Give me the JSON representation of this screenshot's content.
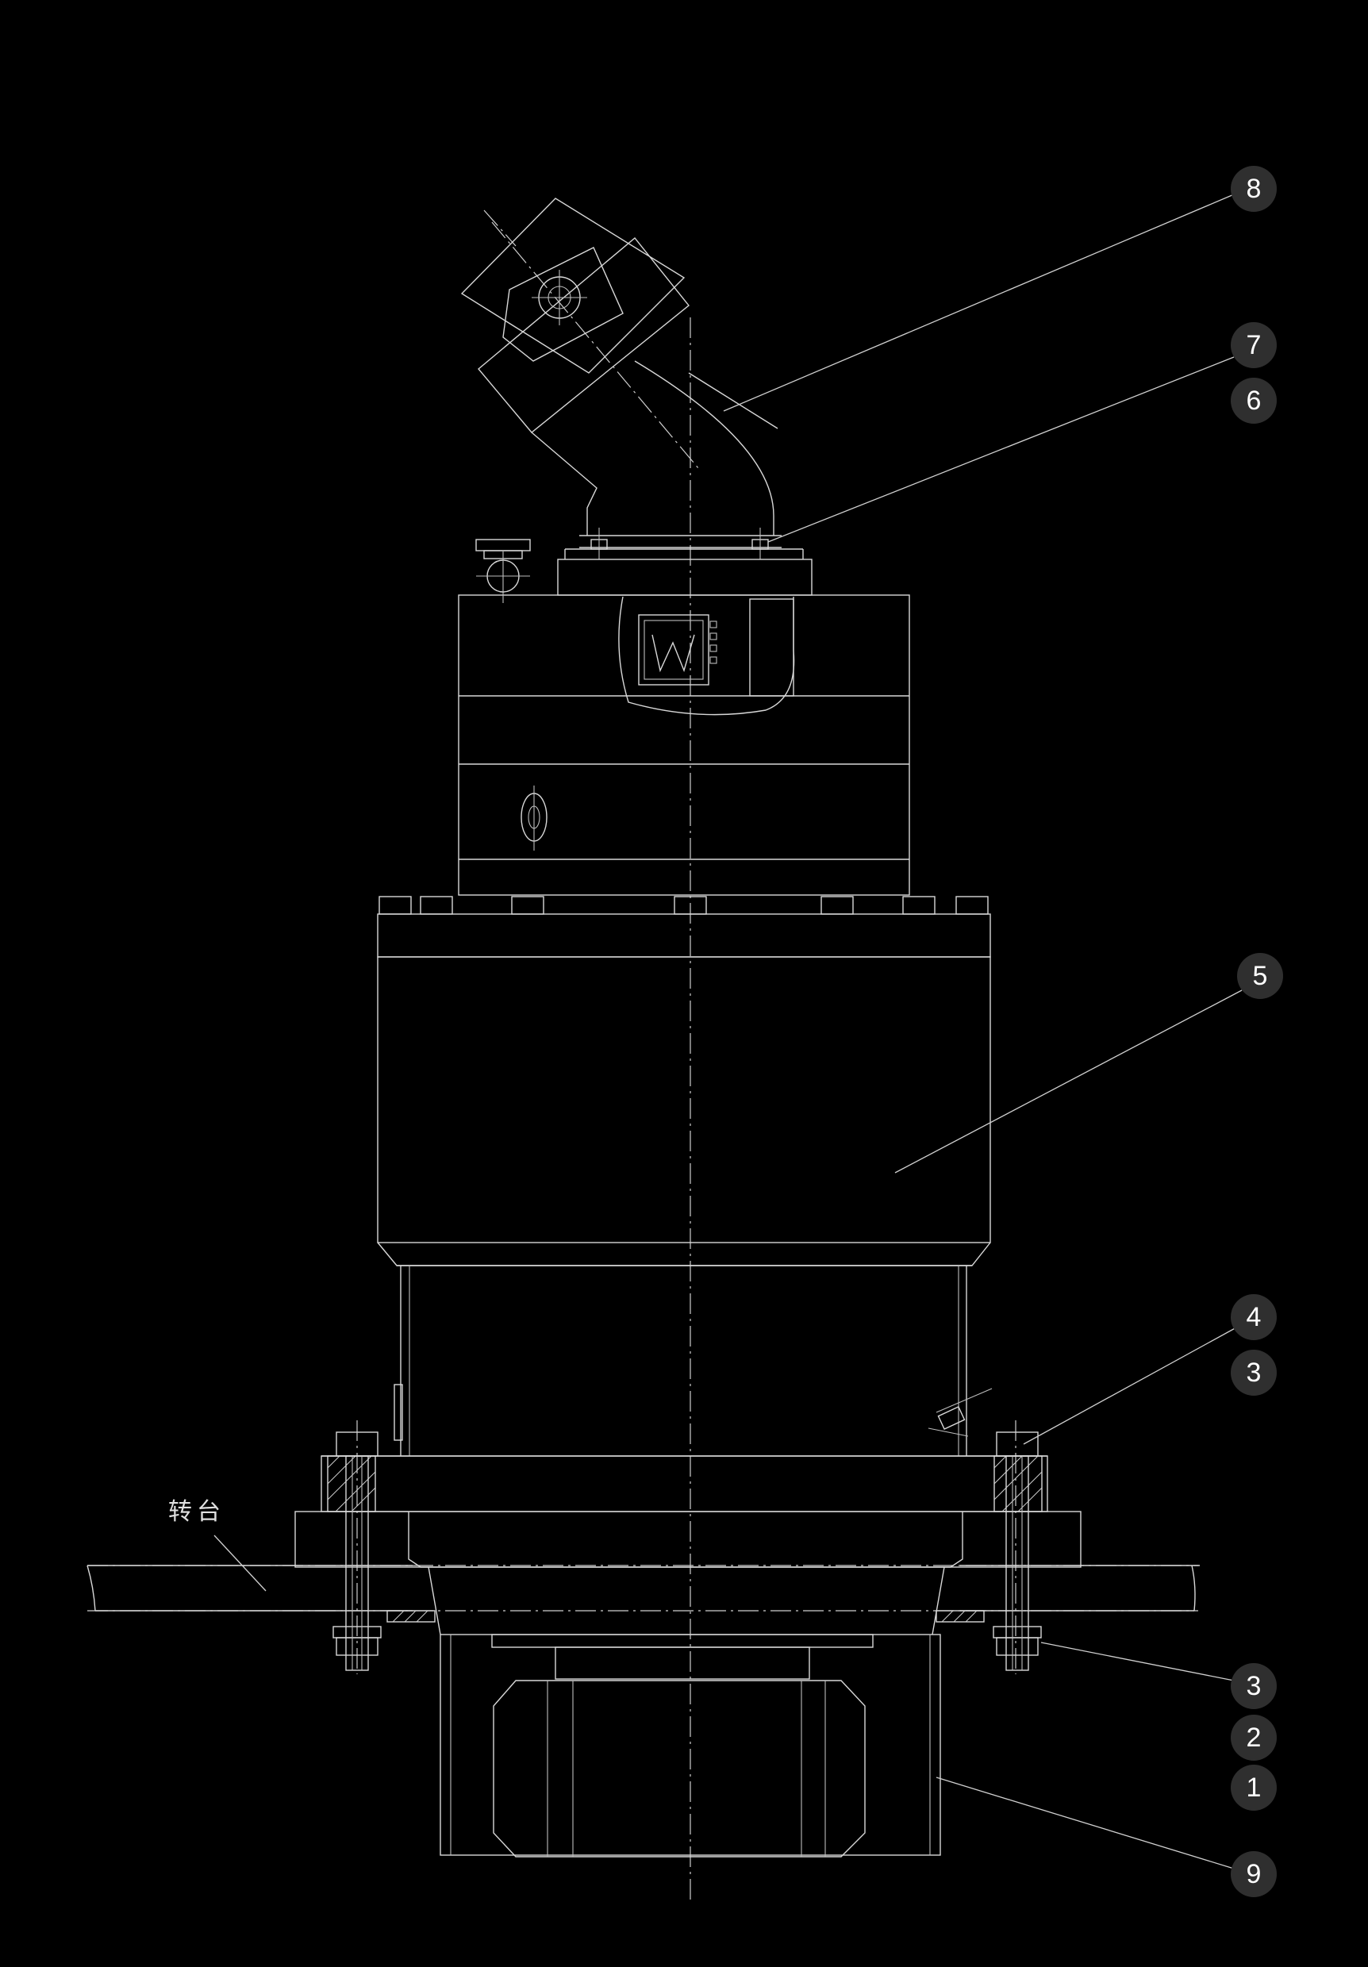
{
  "drawing": {
    "annotation_label": "转台",
    "callouts": [
      "8",
      "7",
      "6",
      "5",
      "4",
      "3",
      "3",
      "2",
      "1",
      "9"
    ],
    "line_color": "#d8d8d8",
    "background_color": "#000000",
    "bubble_color": "#2f2f2f"
  }
}
